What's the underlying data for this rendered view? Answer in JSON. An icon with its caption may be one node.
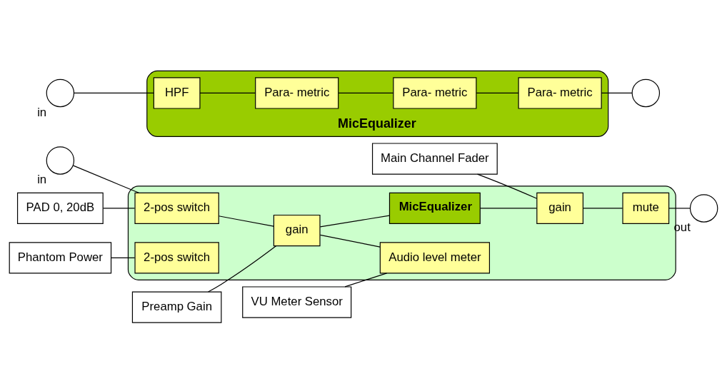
{
  "diagram": {
    "nodes": [
      {
        "text": [],
        "shape": "box"
      },
      {
        "text": [],
        "shape": "circle",
        "beside": [
          "in"
        ]
      },
      {
        "text": [
          "2-pos switch"
        ],
        "in": 0
      },
      {
        "text": [
          "gain"
        ],
        "in": 0
      },
      {
        "text": [
          "MicEqualizer"
        ],
        "in": 0
      },
      {
        "text": [
          "gain"
        ],
        "in": 0
      },
      {
        "text": [
          "mute"
        ],
        "in": 0
      },
      {
        "text": [],
        "shape": "circle",
        "beside": [
          "out"
        ]
      },
      {
        "text": [
          "2-pos switch"
        ],
        "in": 0
      },
      {
        "text": [
          "Audio level meter"
        ],
        "in": 0
      },
      {
        "text": [
          "PAD 0, 20dB"
        ]
      },
      {
        "text": [
          "Preamp Gain"
        ]
      },
      {
        "text": [
          "Main Channel Fader"
        ]
      },
      {
        "text": [
          "Phantom Power"
        ]
      },
      {
        "text": [
          "VU Meter Sensor"
        ]
      },
      {
        "text": [
          "MicEqualizer"
        ]
      },
      {
        "text": [],
        "shape": "circle",
        "beside": [
          "in"
        ]
      },
      {
        "text": [
          "HPF"
        ],
        "in": 15
      },
      {
        "text": [
          "Para- metric"
        ],
        "in": 15
      },
      {
        "text": [
          "Para- metric"
        ],
        "in": 15
      },
      {
        "text": [
          "Para- metric"
        ],
        "in": 15
      },
      {
        "text": [],
        "shape": "circle"
      }
    ],
    "edges": [
      {
        "from": 1,
        "to": 2,
        "arrow": "none"
      },
      {
        "from": 2,
        "to": 3,
        "arrow": "none"
      },
      {
        "from": 3,
        "to": 4,
        "arrow": "none"
      },
      {
        "from": 4,
        "to": 5,
        "arrow": "none"
      },
      {
        "from": 5,
        "to": 6,
        "arrow": "none"
      },
      {
        "from": 6,
        "to": 7,
        "arrow": "none"
      },
      {
        "from": 3,
        "to": 9,
        "arrow": "none"
      },
      {
        "from": 10,
        "to": 2,
        "arrow": "none"
      },
      {
        "from": 11,
        "to": 3,
        "arrow": "none"
      },
      {
        "from": 12,
        "to": 5,
        "arrow": "none"
      },
      {
        "from": 13,
        "to": 8,
        "arrow": "none"
      },
      {
        "from": 14,
        "to": 9,
        "arrow": "none"
      },
      {
        "from": 16,
        "to": 17,
        "arrow": "none"
      },
      {
        "from": 17,
        "to": 18,
        "arrow": "none"
      },
      {
        "from": 18,
        "to": 19,
        "arrow": "none"
      },
      {
        "from": 19,
        "to": 20,
        "arrow": "none"
      },
      {
        "from": 20,
        "to": 21,
        "arrow": "none"
      }
    ]
  }
}
